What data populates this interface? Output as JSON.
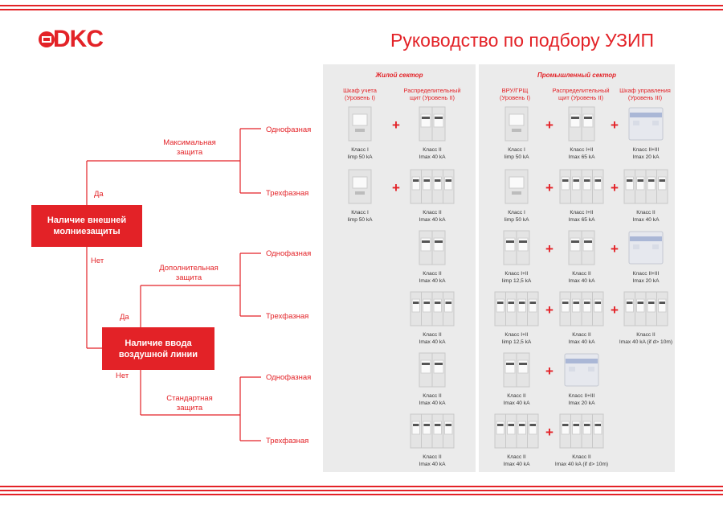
{
  "header": {
    "logo_text": "DKC",
    "title": "Руководство по подбору УЗИП"
  },
  "colors": {
    "accent": "#e32227",
    "panel": "#ebebeb",
    "device": "#e2e2e2"
  },
  "sectors": {
    "residential": "Жилой сектор",
    "industrial": "Промышленный сектор"
  },
  "columns": {
    "c1": "Шкаф учета\n(Уровень I)",
    "c2": "Распределительный\nщит (Уровень II)",
    "c3": "ВРУ/ГРЩ\n(Уровень I)",
    "c4": "Распределительный\nщит (Уровень II)",
    "c5": "Шкаф управления\n(Уровень III)"
  },
  "tree": {
    "root": "Наличие внешней\nмолниезащиты",
    "yes": "Да",
    "no": "Нет",
    "max_protection": "Максимальная\nзащита",
    "overhead": "Наличие ввода\nвоздушной линии",
    "yes2": "Да",
    "no2": "Нет",
    "add_protection": "Дополнительная\nзащита",
    "std_protection": "Стандартная\nзащита",
    "single_phase": "Однофазная",
    "three_phase": "Трехфазная"
  },
  "devices": [
    {
      "col": "c1",
      "row": 1,
      "type": "single",
      "caption": "Класс I\nIimp 50 kA"
    },
    {
      "col": "c2",
      "row": 1,
      "type": "double",
      "caption": "Класс II\nImax 40 kA"
    },
    {
      "col": "c3",
      "row": 1,
      "type": "single",
      "caption": "Класс I\nIimp 50 kA"
    },
    {
      "col": "c4",
      "row": 1,
      "type": "double",
      "caption": "Класс I+II\nImax 65 kA"
    },
    {
      "col": "c5",
      "row": 1,
      "type": "blue",
      "caption": "Класс II+III\nImax 20 kA"
    },
    {
      "col": "c1",
      "row": 2,
      "type": "single",
      "caption": "Класс I\nIimp 50 kA"
    },
    {
      "col": "c2",
      "row": 2,
      "type": "quad",
      "caption": "Класс II\nImax 40 kA"
    },
    {
      "col": "c3",
      "row": 2,
      "type": "single",
      "caption": "Класс I\nIimp 50 kA"
    },
    {
      "col": "c4",
      "row": 2,
      "type": "quad",
      "caption": "Класс I+II\nImax 65 kA"
    },
    {
      "col": "c5",
      "row": 2,
      "type": "quad",
      "caption": "Класс II\nImax 40 kA"
    },
    {
      "col": "c2",
      "row": 3,
      "type": "double",
      "caption": "Класс II\nImax 40 kA"
    },
    {
      "col": "c3",
      "row": 3,
      "type": "double",
      "caption": "Класс I+II\nIimp 12,5 kA"
    },
    {
      "col": "c4",
      "row": 3,
      "type": "double",
      "caption": "Класс II\nImax 40 kA"
    },
    {
      "col": "c5",
      "row": 3,
      "type": "blue",
      "caption": "Класс II+III\nImax 20 kA"
    },
    {
      "col": "c2",
      "row": 4,
      "type": "quad",
      "caption": "Класс II\nImax 40 kA"
    },
    {
      "col": "c3",
      "row": 4,
      "type": "quad",
      "caption": "Класс I+II\nIimp 12,5 kA"
    },
    {
      "col": "c4",
      "row": 4,
      "type": "quad",
      "caption": "Класс II\nImax 40 kA"
    },
    {
      "col": "c5",
      "row": 4,
      "type": "quad",
      "caption": "Класс II\nImax 40 kA (if d> 10m)"
    },
    {
      "col": "c2",
      "row": 5,
      "type": "double",
      "caption": "Класс II\nImax 40 kA"
    },
    {
      "col": "c3",
      "row": 5,
      "type": "double",
      "caption": "Класс II\nImax 40 kA"
    },
    {
      "col": "c4",
      "row": 5,
      "type": "blue",
      "caption": "Класс II+III\nImax 20 kA"
    },
    {
      "col": "c2",
      "row": 6,
      "type": "quad",
      "caption": "Класс II\nImax 40 kA"
    },
    {
      "col": "c3",
      "row": 6,
      "type": "quad",
      "caption": "Класс II\nImax 40 kA"
    },
    {
      "col": "c4",
      "row": 6,
      "type": "quad",
      "caption": "Класс II\nImax 40 kA (if d> 10m)"
    }
  ],
  "plus_signs": [
    {
      "between": "c1-c2",
      "row": 1
    },
    {
      "between": "c3-c4",
      "row": 1
    },
    {
      "between": "c4-c5",
      "row": 1
    },
    {
      "between": "c1-c2",
      "row": 2
    },
    {
      "between": "c3-c4",
      "row": 2
    },
    {
      "between": "c4-c5",
      "row": 2
    },
    {
      "between": "c3-c4",
      "row": 3
    },
    {
      "between": "c4-c5",
      "row": 3
    },
    {
      "between": "c3-c4",
      "row": 4
    },
    {
      "between": "c4-c5",
      "row": 4
    },
    {
      "between": "c3-c4",
      "row": 5
    },
    {
      "between": "c3-c4",
      "row": 6
    }
  ],
  "plus_symbol": "+"
}
